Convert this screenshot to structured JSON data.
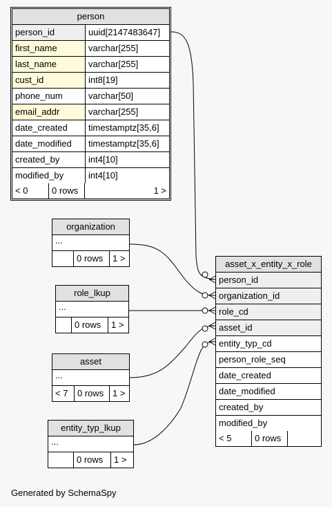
{
  "tables": {
    "person": {
      "name": "person",
      "columns": [
        {
          "name": "person_id",
          "type": "uuid[2147483647]"
        },
        {
          "name": "first_name",
          "type": "varchar[255]"
        },
        {
          "name": "last_name",
          "type": "varchar[255]"
        },
        {
          "name": "cust_id",
          "type": "int8[19]"
        },
        {
          "name": "phone_num",
          "type": "varchar[50]"
        },
        {
          "name": "email_addr",
          "type": "varchar[255]"
        },
        {
          "name": "date_created",
          "type": "timestamptz[35,6]"
        },
        {
          "name": "date_modified",
          "type": "timestamptz[35,6]"
        },
        {
          "name": "created_by",
          "type": "int4[10]"
        },
        {
          "name": "modified_by",
          "type": "int4[10]"
        }
      ],
      "footer": {
        "parents": "< 0",
        "rows": "0 rows",
        "children": "1 >"
      }
    },
    "organization": {
      "name": "organization",
      "ellipsis": "...",
      "footer": {
        "parents": "",
        "rows": "0 rows",
        "children": "1 >"
      }
    },
    "role_lkup": {
      "name": "role_lkup",
      "ellipsis": "...",
      "footer": {
        "parents": "",
        "rows": "0 rows",
        "children": "1 >"
      }
    },
    "asset": {
      "name": "asset",
      "ellipsis": "...",
      "footer": {
        "parents": "< 7",
        "rows": "0 rows",
        "children": "1 >"
      }
    },
    "entity_typ_lkup": {
      "name": "entity_typ_lkup",
      "ellipsis": "...",
      "footer": {
        "parents": "",
        "rows": "0 rows",
        "children": "1 >"
      }
    },
    "asset_x_entity_x_role": {
      "name": "asset_x_entity_x_role",
      "columns": [
        "person_id",
        "organization_id",
        "role_cd",
        "asset_id",
        "entity_typ_cd",
        "person_role_seq",
        "date_created",
        "date_modified",
        "created_by",
        "modified_by"
      ],
      "footer": {
        "parents": "< 5",
        "rows": "0 rows",
        "children": ""
      }
    }
  },
  "colors": {
    "header": "#e1e1e1",
    "key_column": "#efefef",
    "highlight_column": "#fdfbda",
    "background": "#f7f7f7"
  },
  "credit": "Generated by SchemaSpy"
}
